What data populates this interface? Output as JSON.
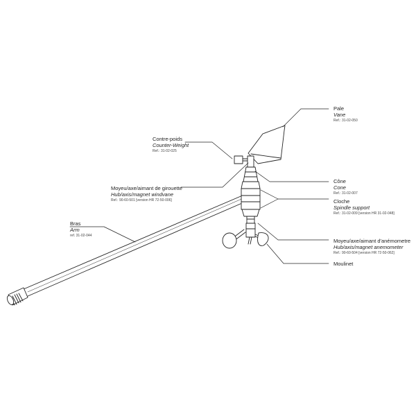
{
  "labels": {
    "pale": {
      "fr": "Pale",
      "en": "Vane",
      "ref": "Ref.: 31-02-050"
    },
    "contrepoids": {
      "fr": "Contre-poids",
      "en": "Counter-Weight",
      "ref": "Ref.: 31-02-025"
    },
    "cone": {
      "fr": "Cône",
      "en": "Cone",
      "ref": "Ref.: 31-02-007"
    },
    "moyeu_girouette": {
      "fr": "Moyeu/axe/aimant de girouette",
      "en": "Hub/axis/magnet windvane",
      "ref": "Ref.: 90-60-501 [version HR 72-50-006]"
    },
    "cloche": {
      "fr": "Cloche",
      "en": "Spindle support",
      "ref": "Ref.: 31-02-009 [version HR 31-02-048]"
    },
    "bras": {
      "fr": "Bras",
      "en": "Arm",
      "ref": "ref. 31-02-044"
    },
    "moyeu_anemometre": {
      "fr": "Moyeu/axe/aimant d'anémometre",
      "en": "Hub/axis/magnet anemometer",
      "ref": "Ref.: 90-60-504 [version HR 72-50-062]"
    },
    "moulinet": {
      "fr": "Moulinet"
    }
  },
  "colors": {
    "line": "#222222",
    "background": "#ffffff"
  }
}
